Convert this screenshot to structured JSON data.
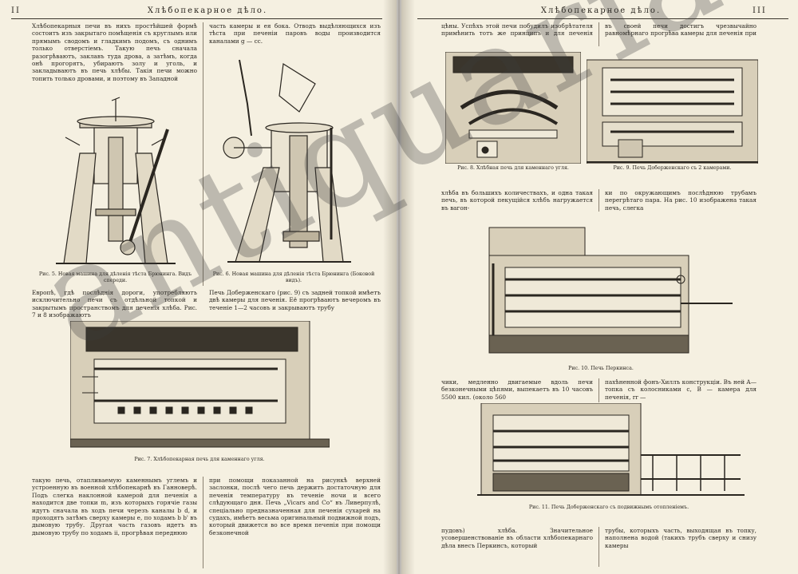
{
  "left_page": {
    "page_number": "II",
    "running_head": "Хлѣбопекарное дѣло.",
    "col1_top": "Хлѣбопекарныя печи въ нихъ простѣйшей формѣ состоитъ изъ закрытаго помѣщенія съ круглымъ или прямымъ сводомъ и гладкимъ подомъ, съ однимъ только отверстіемъ. Такую печь сначала разогрѣваютъ, заклавъ туда дрова, а затѣмъ, когда онѣ прогорятъ, убираютъ золу и уголь, и закладываютъ въ печь хлѣбы. Такія печи можно топить только дровами, и поэтому въ Западной",
    "col2_top": "часть камеры и ея бока. Отводъ выдѣляющихся изъ тѣста при печеніи паровъ воды производится каналами g — cc.",
    "fig5_caption": "Рис. 5. Новая машина для дѣленія тѣста Брюнинга. Видъ спереди.",
    "fig6_caption": "Рис. 6. Новая машина для дѣленія тѣста Брюнинга (Боковой видъ).",
    "col1_mid": "Европѣ, гдѣ послѣднія дороги, употребляютъ исключительно печи съ отдѣльной топкой и закрытымъ пространствомъ для печенія хлѣба. Рис. 7 и 8 изображаютъ",
    "col2_mid": "Печь Доберженскаго (рис. 9) съ задней топкой имѣетъ двѣ камеры для печенія. Её прогрѣваютъ вечеромъ въ теченіе 1—2 часовъ и закрываютъ трубу",
    "fig7_caption": "Рис. 7. Хлѣбопекарная печь для каменнаго угля.",
    "col1_bottom": "такую печь, отапливаемую каменнымъ углемъ и устроенную въ военной хлѣбопекарнѣ въ Ганноверѣ. Подъ слегка наклонной камерой для печенія a находится две топки m, изъ которыхъ горячіе газы идутъ сначала въ ходъ печи черезъ каналы b d, и проходятъ затѣмъ сверху камеры e, по ходамъ b b' въ дымовую трубу. Другая часть газовъ идетъ въ дымовую трубу по ходамъ ii, прогрѣвая переднюю",
    "col2_bottom": "при помощи показанной на рисункѣ верхней заслонки, послѣ чего печь держитъ достаточную для печенія температуру въ теченіе ночи и всего слѣдующаго дня. Печь „Vicars and Cо“ въ Ливерпулѣ, спеціально предназначенная для печенія сухарей на судахъ, имѣетъ весьма оригинальный подвижной подъ, который движется во все время печенія при помощи безконечной"
  },
  "right_page": {
    "page_number": "III",
    "running_head": "Хлѣбопекарное дѣло.",
    "col1_top": "цѣны. Успѣхъ этой печи побудилъ изобрѣтателя примѣнить тотъ же принципъ и для печенія чернаго",
    "col2_top": "въ своей печи достигъ чрезвычайно равномѣрнаго прогрѣва камеры для печенія при помощи паропрово-",
    "fig8_caption": "Рис. 8. Хлѣбная печь для каменнаго угля.",
    "fig9_caption": "Рис. 9. Печь Доберженскаго съ 2 камерами.",
    "col1_mid": "хлѣба въ большихъ количествахъ, и одна такая печь, въ которой пекущійся хлѣбъ нагружается въ вагон-",
    "col2_mid": "ки по окружающимъ послѣднюю трубамъ перегрѣтаго пара. На рис. 10 изображена такая печь, слегка",
    "fig10_caption": "Рис. 10. Печь Перкинса.",
    "col1_low": "чики, медленно двигаемые вдоль печи безконечными цѣпями, выпекаетъ въ 10 часовъ 5500 кил. (около 560",
    "col2_low": "пахѣненной фонъ-Хиллъ конструкціи. Въ ней A—топка съ колосниками c, B — камера для печенія, rr —",
    "fig11_caption": "Рис. 11. Печь Доберженскаго съ подвижнымъ отопленіемъ.",
    "col1_bottom": "пудовъ) хлѣба. Значительное усовершенствованіе въ области хлѣбопекарнаго дѣла внесъ Перкинсъ, который",
    "col2_bottom": "трубы, которыхъ часть, выходящая въ топку, наполнена водой (такихъ трубъ сверху и снизу камеры"
  },
  "watermark": "antiquariat"
}
